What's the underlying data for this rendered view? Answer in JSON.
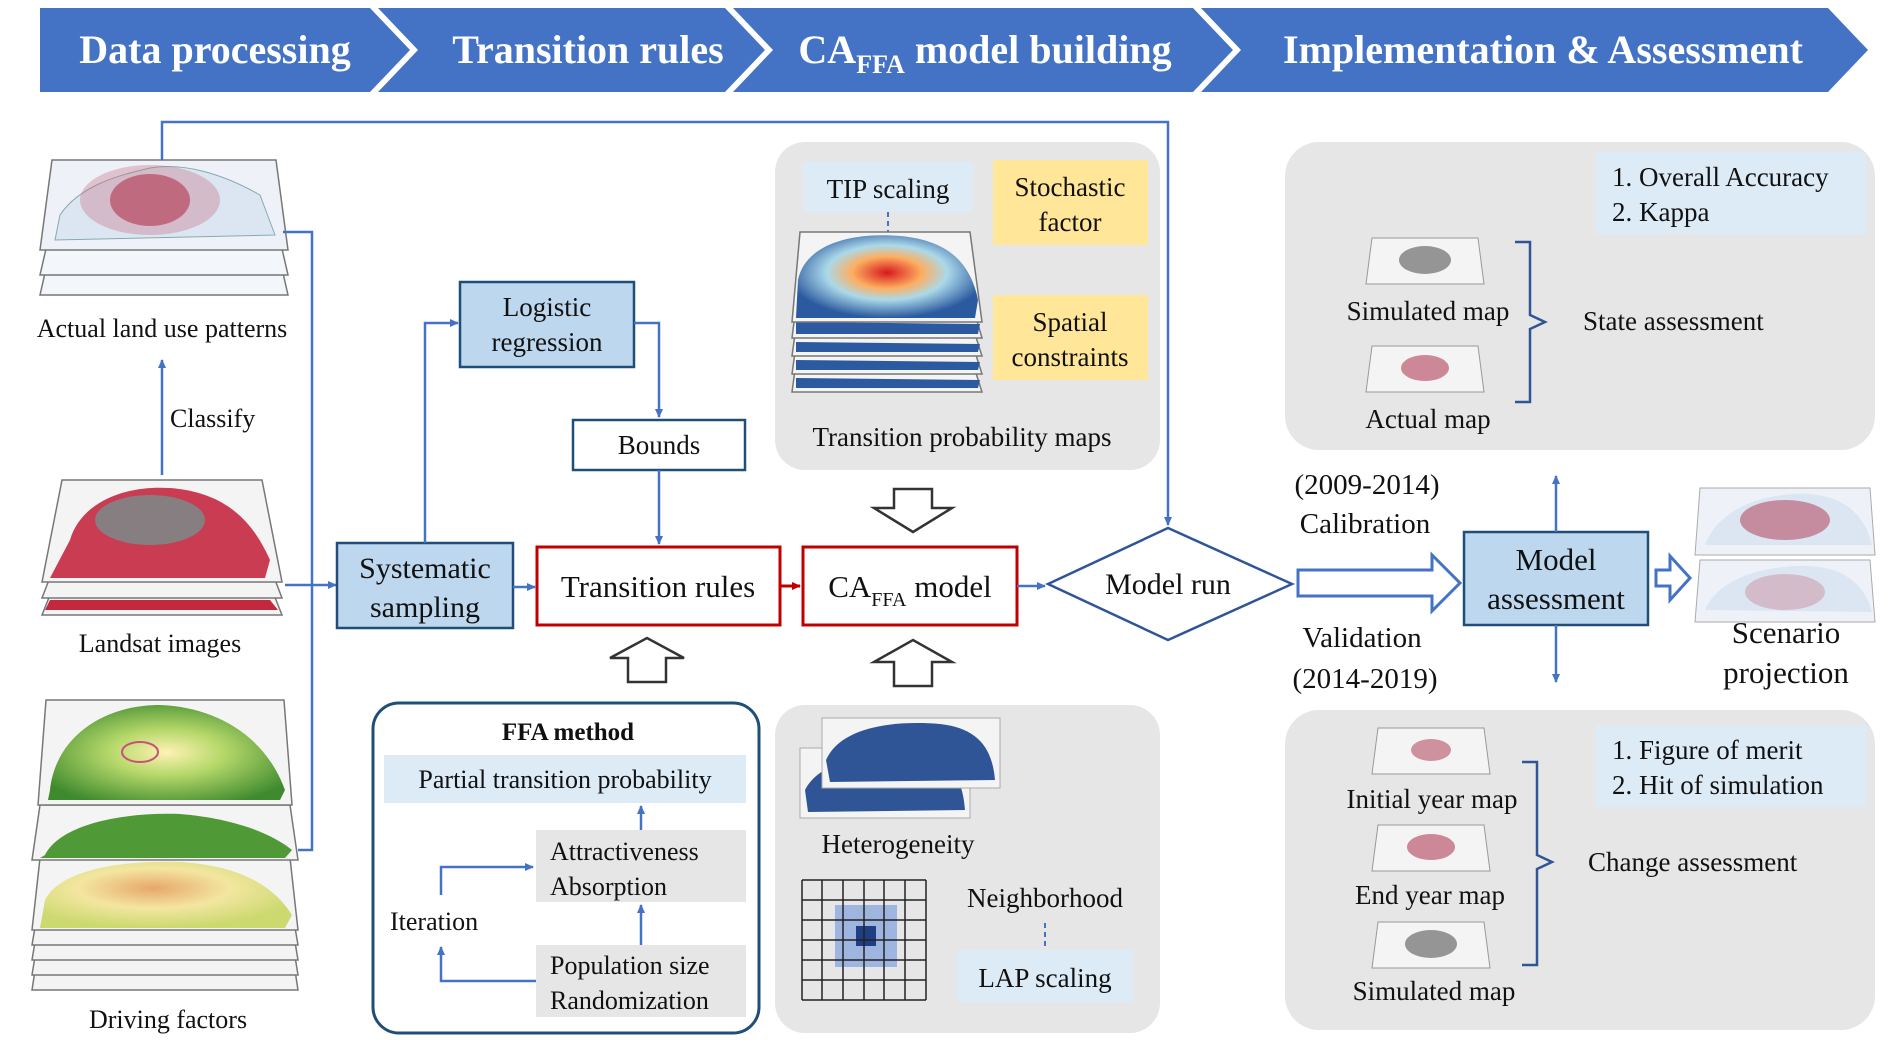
{
  "header": {
    "stages": [
      {
        "label": "Data processing"
      },
      {
        "label": "Transition rules"
      },
      {
        "label_main": "CA",
        "label_sub": "FFA",
        "label_rest": " model building"
      },
      {
        "label": "Implementation & Assessment"
      }
    ]
  },
  "data_processing": {
    "actual_land_use": "Actual land use patterns",
    "classify": "Classify",
    "landsat": "Landsat images",
    "driving_factors": "Driving factors"
  },
  "transition_rules": {
    "logistic_line1": "Logistic",
    "logistic_line2": "regression",
    "bounds": "Bounds",
    "systematic_line1": "Systematic",
    "systematic_line2": "sampling",
    "transition_rules_box": "Transition rules"
  },
  "ffa": {
    "title": "FFA method",
    "partial": "Partial transition probability",
    "attract_line1": "Attractiveness",
    "attract_line2": "Absorption",
    "iteration": "Iteration",
    "pop_line1": "Population size",
    "pop_line2": "Randomization"
  },
  "model_building": {
    "tip_scaling": "TIP scaling",
    "stochastic_line1": "Stochastic",
    "stochastic_line2": "factor",
    "spatial_line1": "Spatial",
    "spatial_line2": "constraints",
    "tpm": "Transition probability maps",
    "caffa_main": "CA",
    "caffa_sub": "FFA",
    "caffa_rest": " model",
    "heterogeneity": "Heterogeneity",
    "neighborhood": "Neighborhood",
    "lap_scaling": "LAP scaling"
  },
  "implementation": {
    "model_run": "Model run",
    "calib_years": "(2009-2014)",
    "calibration": "Calibration",
    "validation": "Validation",
    "valid_years": "(2014-2019)",
    "model_line1": "Model",
    "model_line2": "assessment",
    "scenario_line1": "Scenario",
    "scenario_line2": "projection",
    "state_metrics": [
      "1. Overall Accuracy",
      "2. Kappa"
    ],
    "simulated_map": "Simulated map",
    "actual_map": "Actual map",
    "state_assessment": "State assessment",
    "change_metrics": [
      "1. Figure of merit",
      "2. Hit of simulation"
    ],
    "initial_map": "Initial year map",
    "end_map": "End year map",
    "simulated_map2": "Simulated map",
    "change_assessment": "Change assessment"
  },
  "colors": {
    "header_blue": "#4472C4",
    "box_blue": "#BDD7EE",
    "box_yellow": "#FFE699",
    "panel_gray": "#E7E6E6",
    "red_border": "#C00000",
    "arrow_blue": "#4472C4"
  }
}
